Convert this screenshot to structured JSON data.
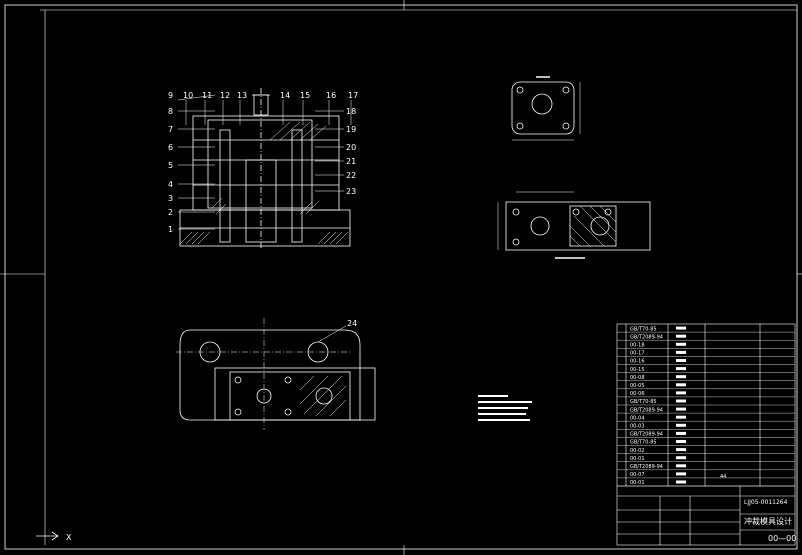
{
  "section_numbers": [
    "1",
    "2",
    "3",
    "4",
    "5",
    "6",
    "7",
    "8",
    "9",
    "10",
    "11",
    "12",
    "13",
    "14",
    "15",
    "16",
    "17",
    "18",
    "19",
    "20",
    "21",
    "22",
    "23"
  ],
  "detail_label": "24",
  "bom_codes": [
    "GB/T70-85",
    "GB/T2089-94",
    "00-18",
    "00-17",
    "00-16",
    "00-15",
    "00-08",
    "00-05",
    "00-06",
    "GB/T70-85",
    "GB/T2089-94",
    "00-04",
    "00-03",
    "GB/T2089-94",
    "GB/T70-85",
    "00-02",
    "00-01",
    "GB/T2089-94",
    "00-07",
    "00-01"
  ],
  "title_block": {
    "drawing_no": "00—00",
    "project_code": "LJJ05-0011264",
    "title_text": "冲裁模具设计",
    "misc_value": "44"
  },
  "axis_marker": "X",
  "colors": {
    "background": "#000000",
    "lines": "#ffffff",
    "border": "#ffffff"
  }
}
